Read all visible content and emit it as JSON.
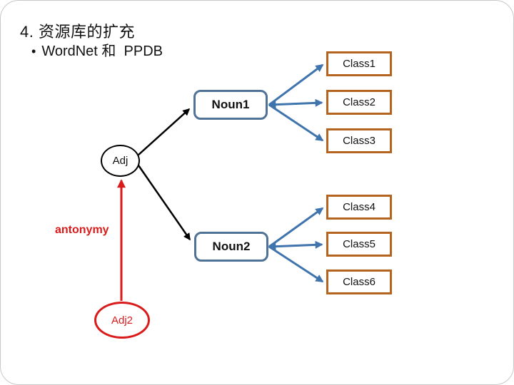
{
  "slide": {
    "title": "4. 资源库的扩充",
    "bullet_char": "•",
    "bullet_text": "WordNet 和  PPDB"
  },
  "diagram": {
    "adj": "Adj",
    "adj2": "Adj2",
    "noun1": "Noun1",
    "noun2": "Noun2",
    "classes": [
      "Class1",
      "Class2",
      "Class3",
      "Class4",
      "Class5",
      "Class6"
    ],
    "edge_label": "antonymy"
  },
  "colors": {
    "class_box_border": "#b5641f",
    "noun_box_border": "#4f7296",
    "blue_arrow": "#3f74ad",
    "red": "#d91b1b",
    "black": "#000000",
    "slide_border": "#c9c9c9"
  }
}
